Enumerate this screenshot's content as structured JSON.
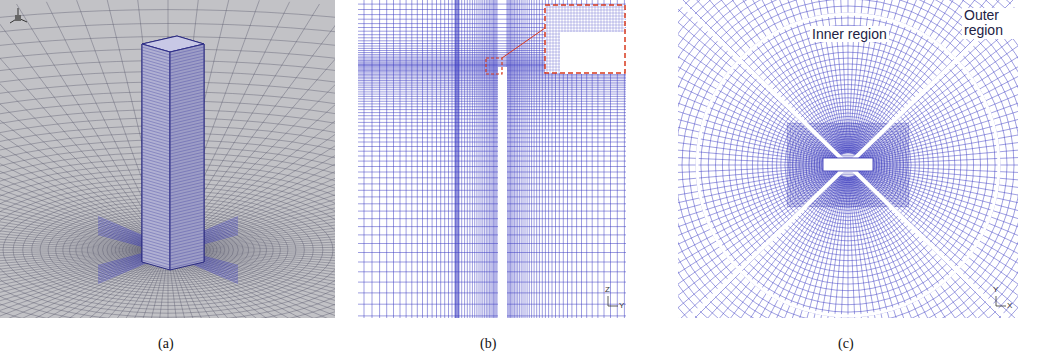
{
  "diagram": {
    "labels": [
      "(a)",
      "(b)",
      "(c)",
      "Inner region",
      "Outer region",
      "Z",
      "Y",
      "Y",
      "X"
    ]
  }
}
